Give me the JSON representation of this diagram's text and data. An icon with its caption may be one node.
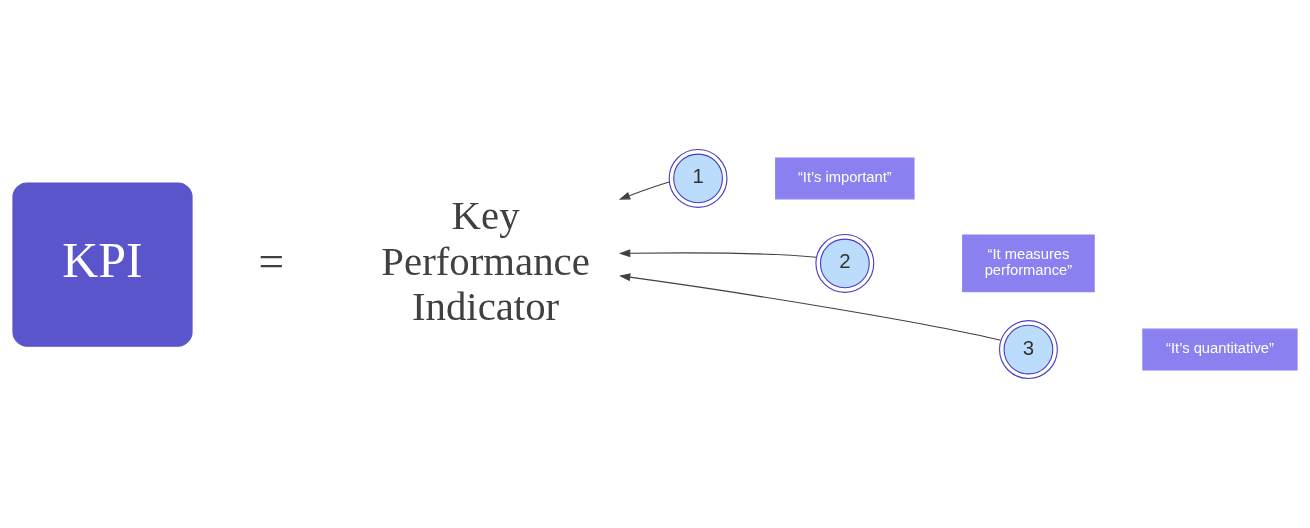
{
  "diagram": {
    "nodes": [
      {
        "text": [
          "KPI"
        ]
      },
      {
        "text": [
          "Key Performance Indicator"
        ]
      },
      {
        "text": [
          "“It’s important”"
        ]
      },
      {
        "text": [
          "1"
        ]
      },
      {
        "text": [
          "“It measures performance”"
        ]
      },
      {
        "text": [
          "2"
        ]
      },
      {
        "text": [
          "“It’s quantitative”"
        ]
      },
      {
        "text": [
          "3"
        ]
      }
    ],
    "edges": [
      {
        "from": 3,
        "to": 1,
        "arrow": "to"
      },
      {
        "from": 5,
        "to": 1,
        "arrow": "to"
      },
      {
        "from": 7,
        "to": 1,
        "arrow": "to"
      }
    ],
    "labels": [
      "="
    ]
  }
}
